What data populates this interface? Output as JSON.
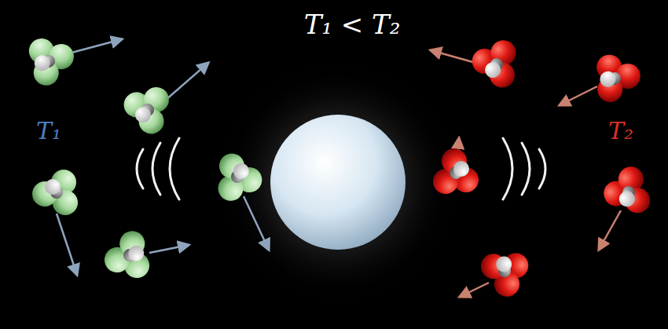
{
  "diagram": {
    "labels": [
      "T₁ < T₂",
      "T₁",
      "T₂"
    ]
  }
}
